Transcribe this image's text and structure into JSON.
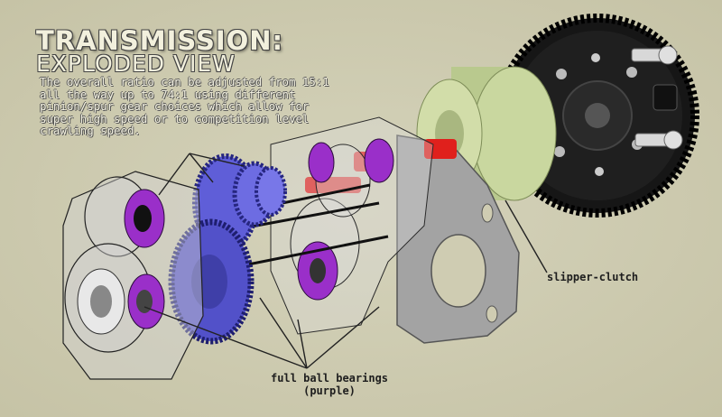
{
  "header": {
    "title_line1": "TRANSMISSION:",
    "title_line2": "EXPLODED VIEW"
  },
  "description": "The overall ratio can be adjusted from 15:1 all the way up to 74:1 using different pinion/spur gear choices which allow for super high speed or to competition level crawling speed.",
  "callouts": {
    "slipper_clutch": "slipper-clutch",
    "ball_bearings_line1": "full ball bearings",
    "ball_bearings_line2": "(purple)"
  },
  "colors": {
    "background": "#cfccb2",
    "bearing_purple": "#9a2fc9",
    "gear_blue": "#5f5ed8",
    "clutch_green": "#b9c98e",
    "spur_black": "#161616",
    "plate_gray": "#9c9c9c",
    "shaft_red": "#e0201c"
  }
}
